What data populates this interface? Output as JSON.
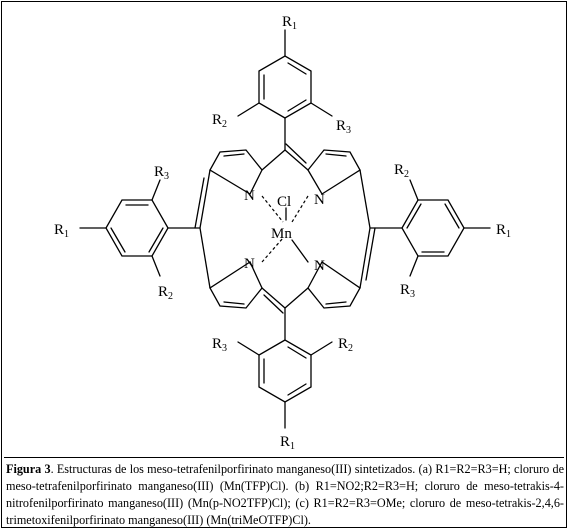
{
  "figure": {
    "labels": {
      "r1": "R",
      "r1_sub": "1",
      "r2": "R",
      "r2_sub": "2",
      "r3": "R",
      "r3_sub": "3",
      "n": "N",
      "mn": "Mn",
      "cl": "Cl"
    }
  },
  "caption": {
    "lead": "Figura 3",
    "text": ". Estructuras de los meso-tetrafenilporfirinato manganeso(III) sintetizados. (a) R1=R2=R3=H; cloruro de meso-tetrafenilporfirinato manganeso(III) (Mn(TFP)Cl). (b) R1=NO2;R2=R3=H; cloruro de meso-tetrakis-4-nitrofenilporfirinato manganeso(III) (Mn(p-NO2TFP)Cl); (c) R1=R2=R3=OMe; cloruro de meso-tetrakis-2,4,6-trimetoxifenilporfirinato manganeso(III) (Mn(triMeOTFP)Cl)."
  }
}
